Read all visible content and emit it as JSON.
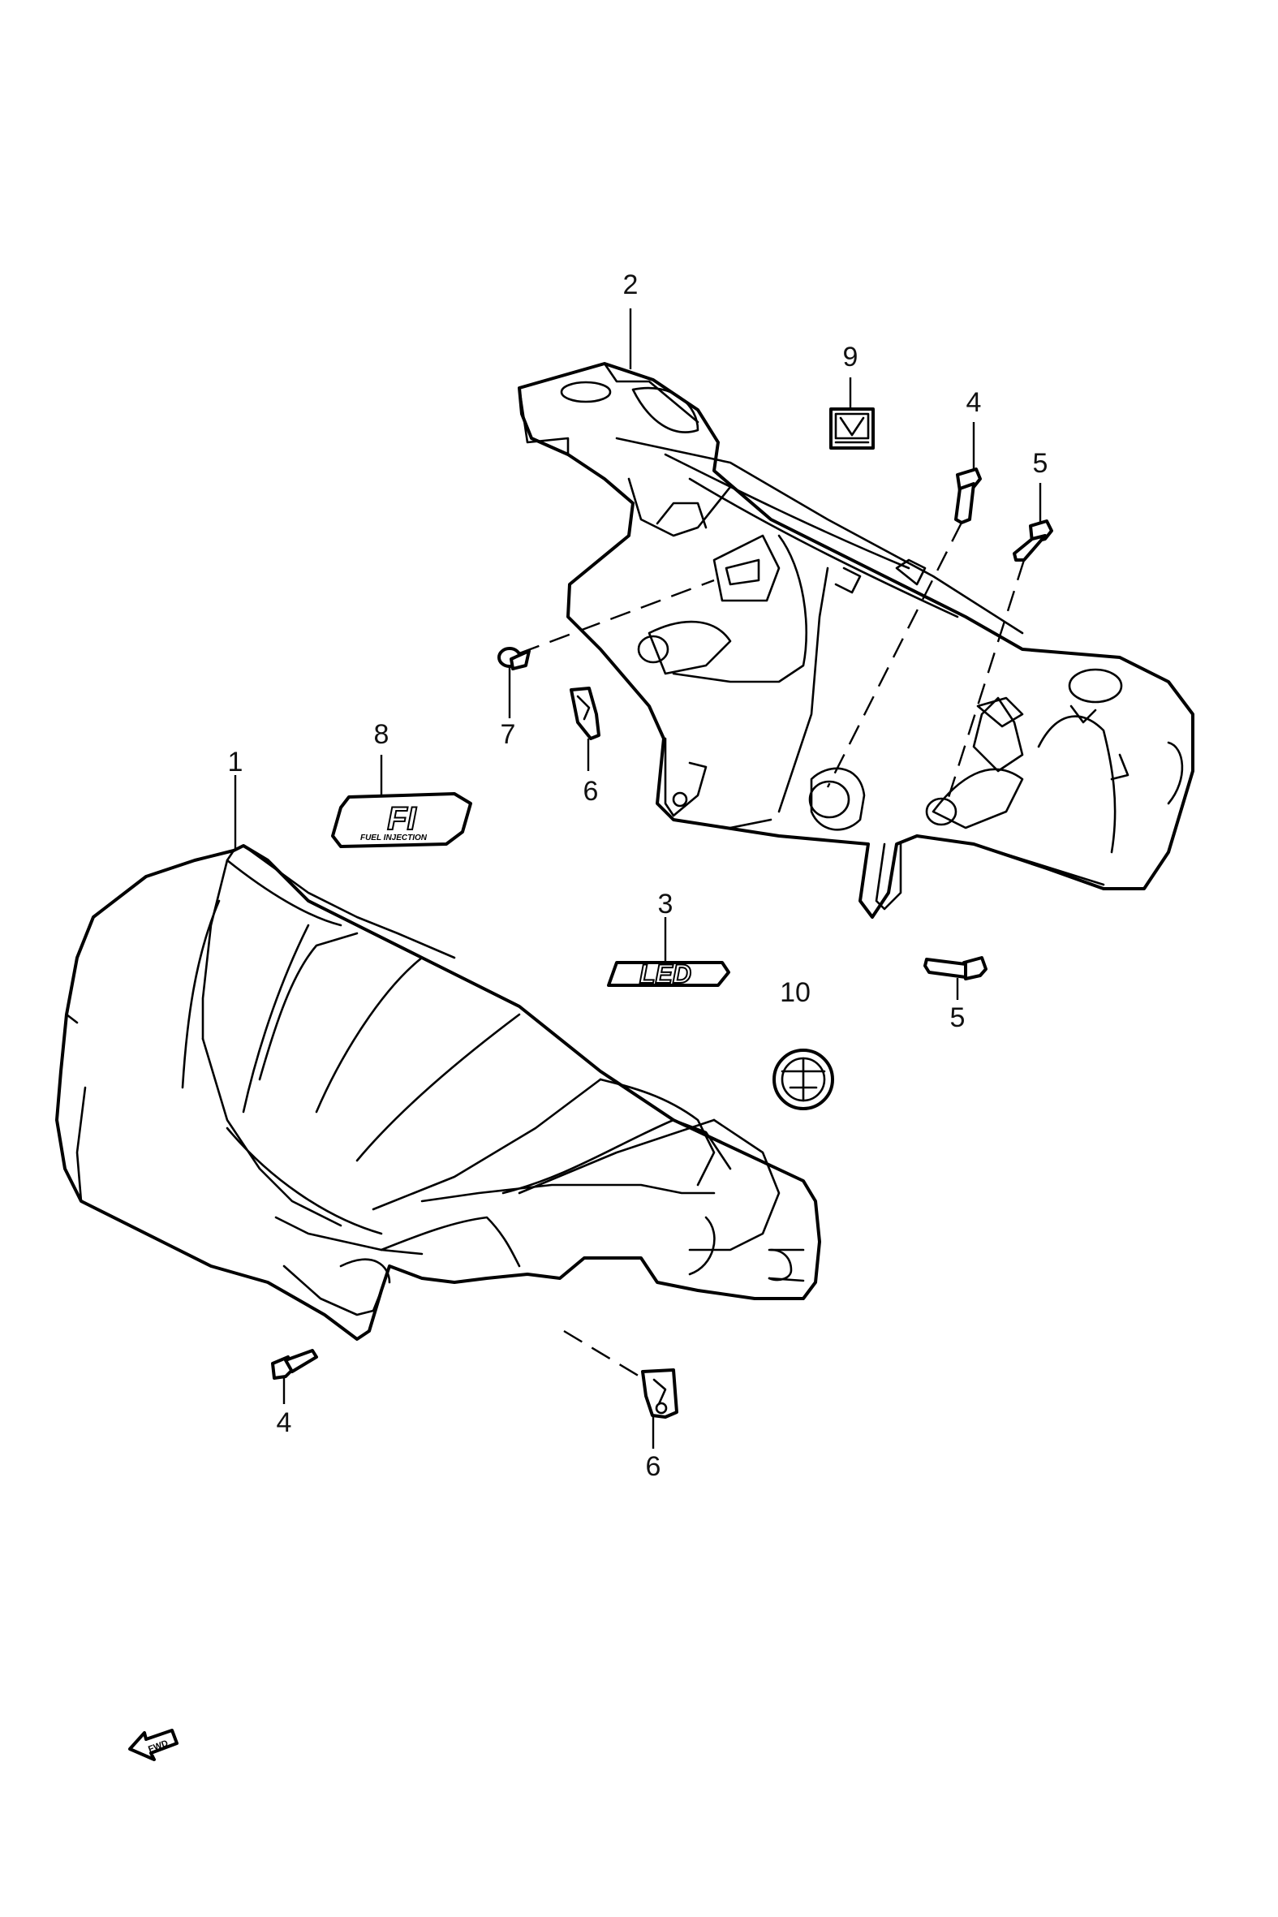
{
  "diagram": {
    "callouts": [
      {
        "id": "c1",
        "text": "1"
      },
      {
        "id": "c2",
        "text": "2"
      },
      {
        "id": "c3",
        "text": "3"
      },
      {
        "id": "c4a",
        "text": "4"
      },
      {
        "id": "c4b",
        "text": "4"
      },
      {
        "id": "c5a",
        "text": "5"
      },
      {
        "id": "c5b",
        "text": "5"
      },
      {
        "id": "c6a",
        "text": "6"
      },
      {
        "id": "c6b",
        "text": "6"
      },
      {
        "id": "c7",
        "text": "7"
      },
      {
        "id": "c8",
        "text": "8"
      },
      {
        "id": "c9",
        "text": "9"
      },
      {
        "id": "c10",
        "text": "10"
      }
    ],
    "emblems": {
      "fi_logo": "FI",
      "fi_subtext": "FUEL INJECTION",
      "led_badge": "LED",
      "fwd_arrow": "FWD"
    }
  }
}
